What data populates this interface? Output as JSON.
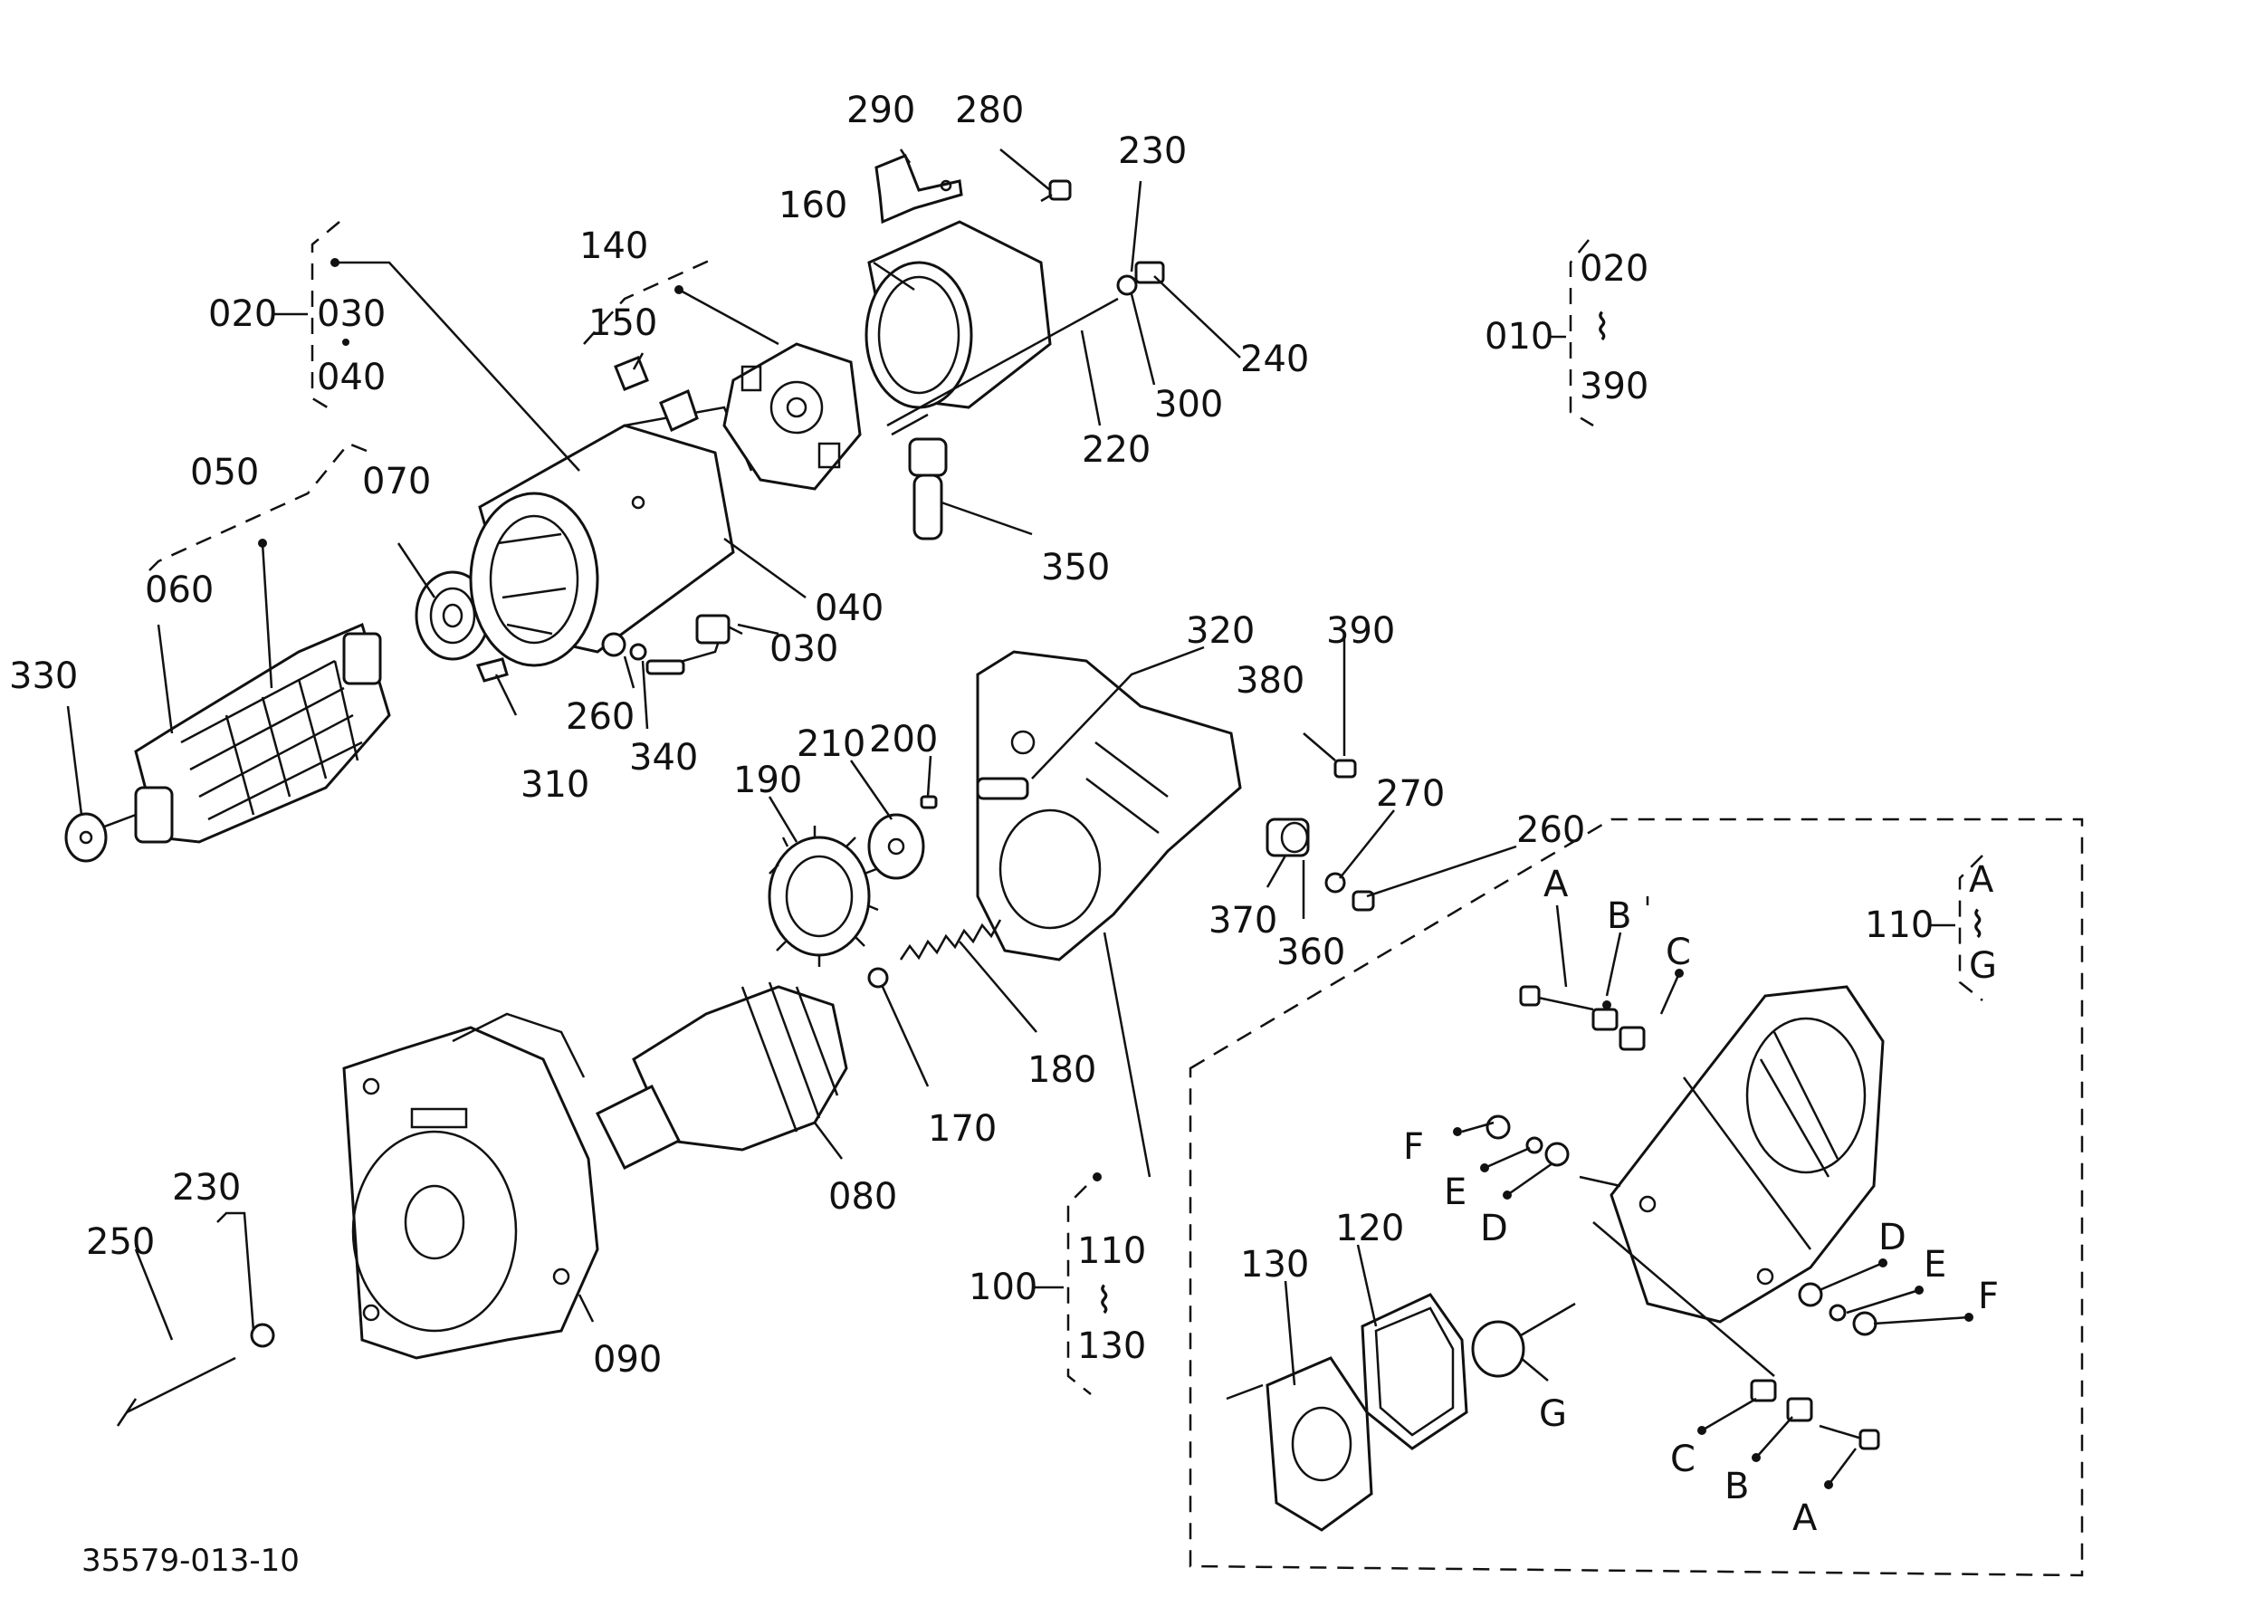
{
  "diagram": {
    "drawing_code": "35579-013-10",
    "labels": {
      "p010": "010",
      "p020": "020",
      "p030": "030",
      "p040": "040",
      "p050": "050",
      "p060": "060",
      "p070": "070",
      "p080": "080",
      "p090": "090",
      "p100": "100",
      "p110": "110",
      "p120": "120",
      "p130": "130",
      "p140": "140",
      "p150": "150",
      "p160": "160",
      "p170": "170",
      "p180": "180",
      "p190": "190",
      "p200": "200",
      "p210": "210",
      "p220": "220",
      "p230": "230",
      "p240": "240",
      "p250": "250",
      "p260": "260",
      "p270": "270",
      "p280": "280",
      "p290": "290",
      "p300": "300",
      "p310": "310",
      "p320": "320",
      "p330": "330",
      "p340": "340",
      "p350": "350",
      "p360": "360",
      "p370": "370",
      "p380": "380",
      "p390": "390"
    },
    "letters": {
      "A": "A",
      "B": "B",
      "C": "C",
      "D": "D",
      "E": "E",
      "F": "F",
      "G": "G"
    },
    "range_sep": "⌇"
  }
}
